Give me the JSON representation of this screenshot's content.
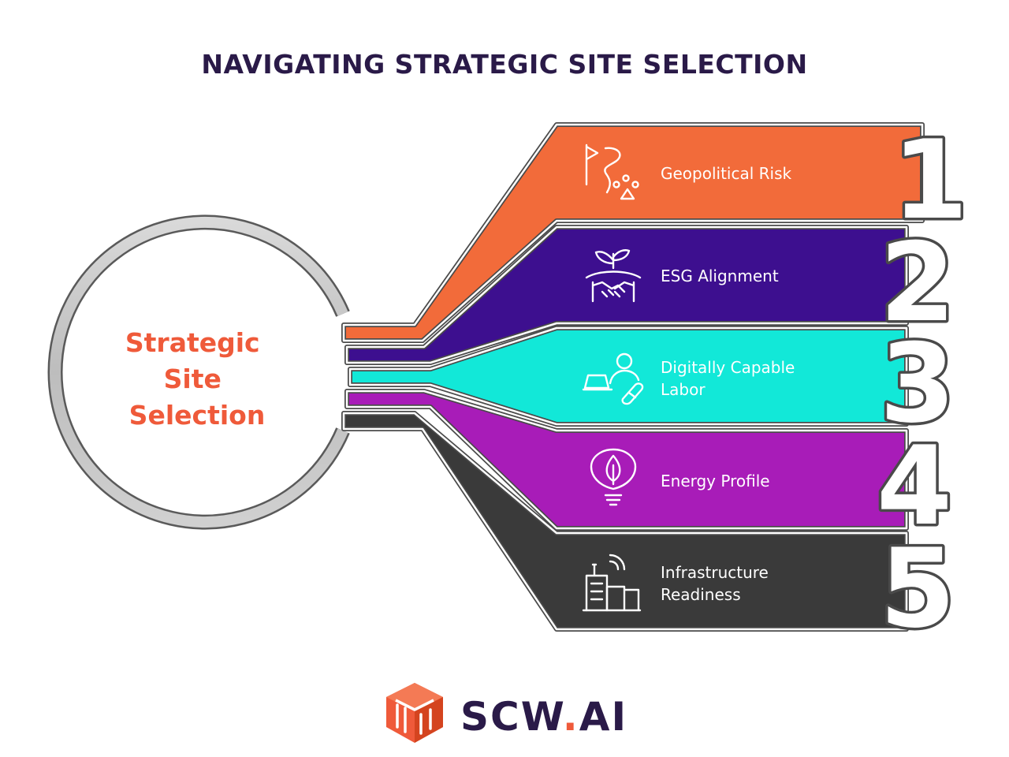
{
  "title": "NAVIGATING STRATEGIC SITE SELECTION",
  "hub": {
    "lines": [
      "Strategic",
      "Site",
      "Selection"
    ],
    "text_color": "#ef5a3a",
    "ring_color": "#c8c8c8"
  },
  "bands": [
    {
      "number": "1",
      "label_lines": [
        "Geopolitical Risk"
      ],
      "icon": "flag-route-icon",
      "color": "#f26b3a",
      "color_light": "#f0642e"
    },
    {
      "number": "2",
      "label_lines": [
        "ESG Alignment"
      ],
      "icon": "handshake-plant-icon",
      "color": "#3d0f8f",
      "color_light": "#4b12a8"
    },
    {
      "number": "3",
      "label_lines": [
        "Digitally Capable",
        "Labor"
      ],
      "icon": "remote-worker-icon",
      "color": "#12e8d8",
      "color_light": "#00f0e4"
    },
    {
      "number": "4",
      "label_lines": [
        "Energy Profile"
      ],
      "icon": "leaf-bulb-icon",
      "color": "#a81cb8",
      "color_light": "#d90fd9"
    },
    {
      "number": "5",
      "label_lines": [
        "Infrastructure",
        "Readiness"
      ],
      "icon": "city-signal-icon",
      "color": "#3a3a3a",
      "color_light": "#444444"
    }
  ],
  "brand": {
    "name_left": "SCW",
    "name_dot": ".",
    "name_right": "AI",
    "logo_icon": "cube-logo-icon",
    "accent": "#ef5a3a"
  }
}
